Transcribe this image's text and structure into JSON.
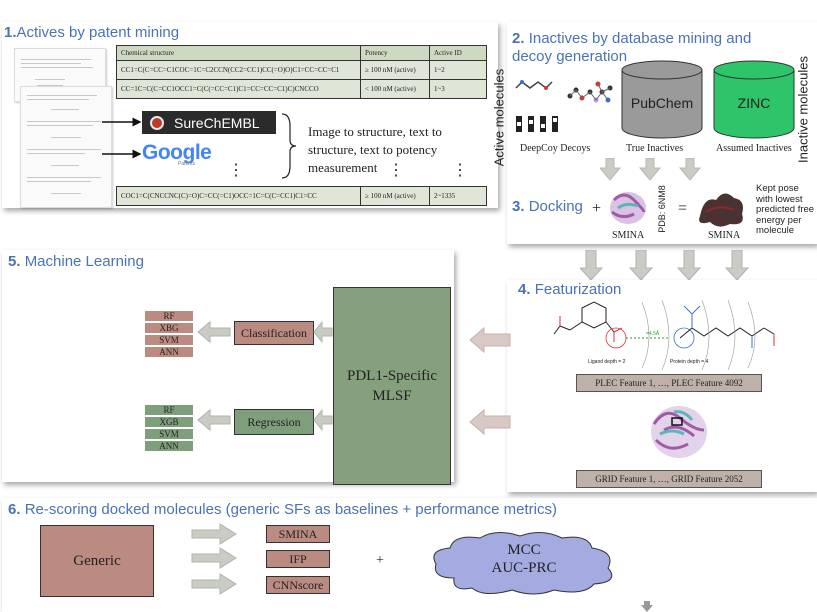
{
  "panel1": {
    "num": "1.",
    "title": "Actives by patent mining",
    "table_headers": [
      "Chemical structure",
      "Potency",
      "Active ID"
    ],
    "rows": [
      {
        "structure": "CC1=C(C=CC=C1COC=1C=C2CCN(CC2=CC1)CC(=O)O)C1=CC=CC=C1",
        "potency": "≥ 100 nM (active)",
        "id": "1~2"
      },
      {
        "structure": "CC=1C=C(C=CC1OCC1=C(C(=CC=C1)C1=CC=CC=C1)C)CNCCO",
        "potency": "< 100 nM (active)",
        "id": "1~3"
      },
      {
        "structure": "COC1=C(CNCCNC(C)=O)C=CC(=C1)OCC=1C=C(C=CC1)C1=CC",
        "potency": "≥ 100 nM (active)",
        "id": "2~1335"
      }
    ],
    "surechembl": "SureChEMBL",
    "google": "Google",
    "google_sub": "Patents",
    "process": "Image to structure, text to structure, text to potency measurement",
    "side_label": "Active molecules",
    "dots": "⋮"
  },
  "panel2": {
    "num": "2.",
    "title": "Inactives by database mining and decoy generation",
    "pubchem": "PubChem",
    "zinc": "ZINC",
    "cap_deepcoy": "DeepCoy Decoys",
    "cap_true": "True Inactives",
    "cap_assumed": "Assumed Inactives",
    "side_label": "Inactive molecules",
    "colors": {
      "pubchem": "#9a9a9a",
      "zinc": "#2ec56a"
    }
  },
  "panel3": {
    "num": "3.",
    "title": "Docking",
    "plus": "+",
    "equals": "=",
    "smina1": "SMINA",
    "smina2": "SMINA",
    "pdb": "PDB: 6NM8",
    "note": "Kept pose with lowest predicted free energy per molecule"
  },
  "panel4": {
    "num": "4.",
    "title": "Featurization",
    "ligand_depth": "Ligand depth = 2",
    "protein_depth": "Protein depth = 4",
    "distance": "=4.5Å",
    "plec": "PLEC Feature 1, …, PLEC Feature 4092",
    "grid": "GRID Feature 1, …, GRID Feature 2052"
  },
  "panel5": {
    "num": "5.",
    "title": "Machine Learning",
    "mlsf": "PDL1-Specific MLSF",
    "classification": "Classification",
    "regression": "Regression",
    "cls_models": [
      "RF",
      "XBG",
      "SVM",
      "ANN"
    ],
    "reg_models": [
      "RF",
      "XGB",
      "SVM",
      "ANN"
    ],
    "colors": {
      "cls": "#bb8a80",
      "reg": "#7f9e7b"
    }
  },
  "panel6": {
    "num": "6.",
    "title": "Re-scoring docked molecules (generic SFs as baselines + performance metrics)",
    "generic": "Generic",
    "methods": [
      "SMINA",
      "IFP",
      "CNNscore"
    ],
    "plus": "+",
    "metrics_line1": "MCC",
    "metrics_line2": "AUC-PRC"
  }
}
